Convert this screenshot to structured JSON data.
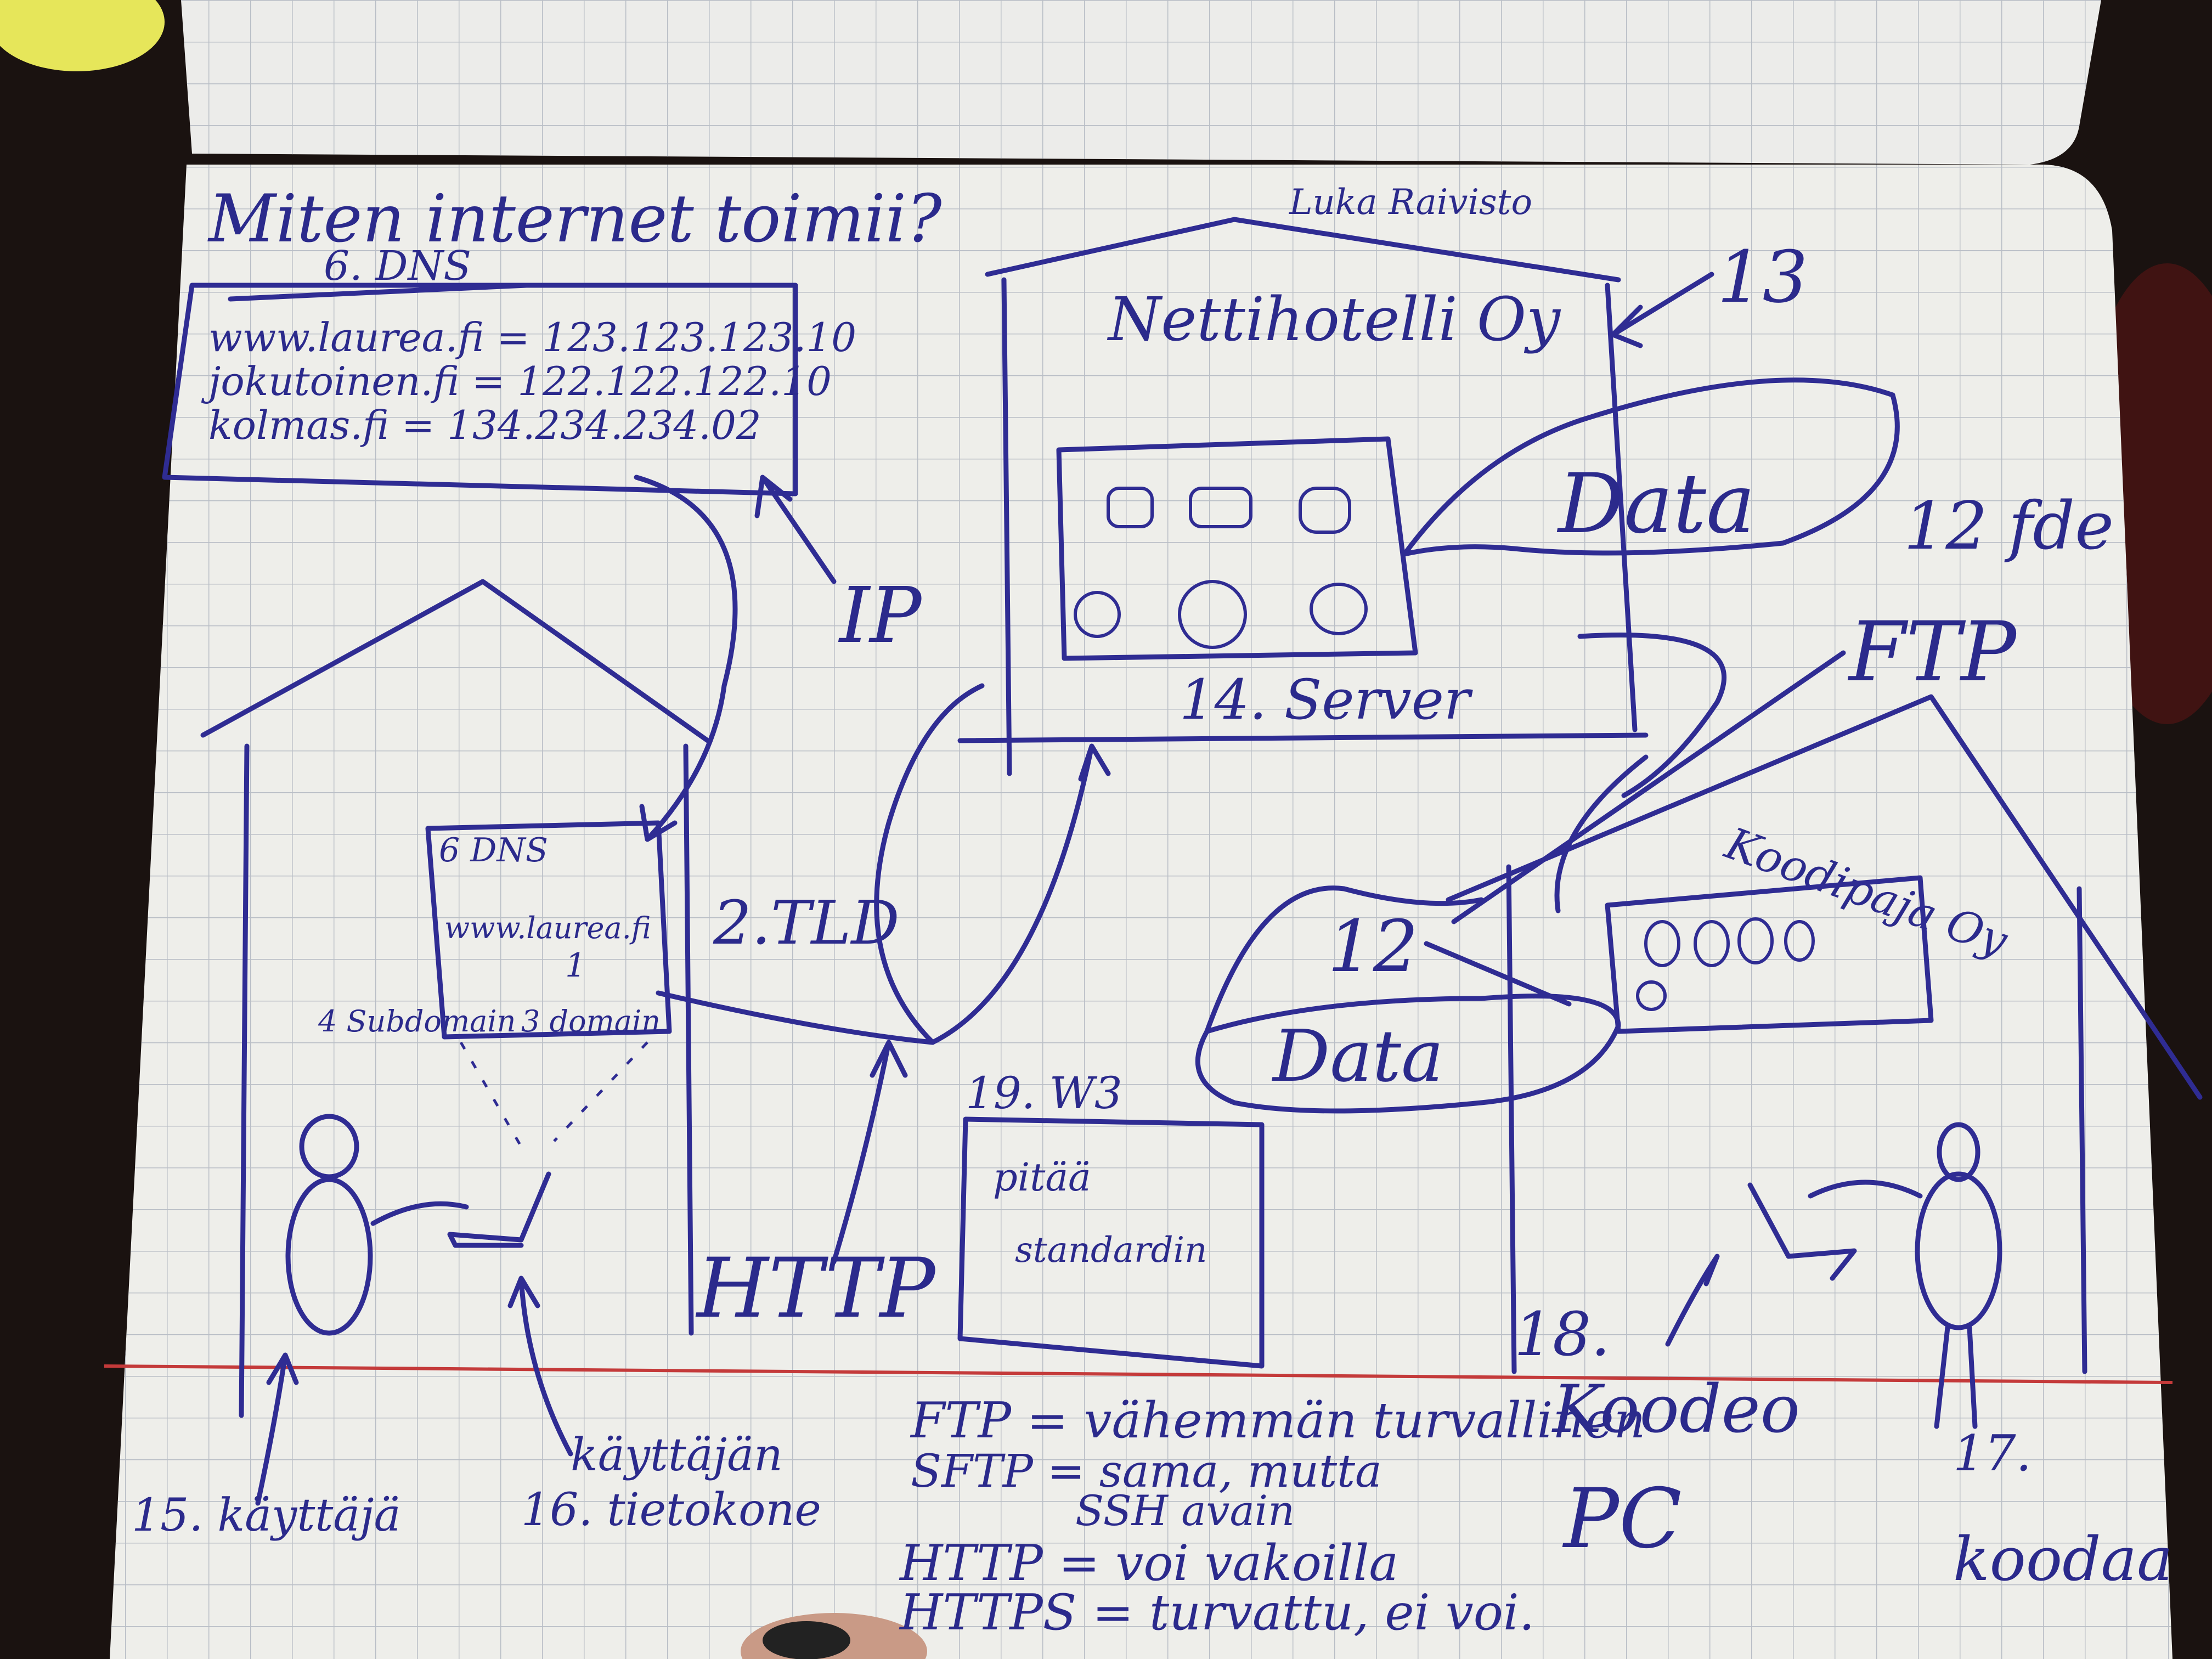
{
  "notebook": {
    "title": "Miten internet toimii?",
    "author": "Luka Raivisto",
    "colors": {
      "ink": "#2b2a8c",
      "paper": "#eeeeea",
      "grid": "#b9bec6",
      "margin_line": "#c43a3a",
      "background": "#1a1210"
    }
  },
  "dns_box": {
    "header": "6. DNS",
    "entries": [
      "www.laurea.fi = 123.123.123.10",
      "jokutoinen.fi = 122.122.122.10",
      "kolmas.fi = 134.234.234.02"
    ]
  },
  "labels": {
    "ip": "IP",
    "hosting_company": "Nettihotelli Oy",
    "hosting_number": "13",
    "data_top": "Data",
    "data_top_number": "12 fde",
    "server": "14. Server",
    "ftp": "FTP",
    "koodipaja": "Koodipaja Oy",
    "tld": "2.TLD",
    "local_dns": "6 DNS",
    "local_dns_url": "www.laurea.fi",
    "subdomain": "4 Subdomain",
    "domain": "3 domain",
    "number_1": "1",
    "http": "HTTP",
    "w3": "19. W3",
    "w3_note_line1": "pitää",
    "w3_note_line2": "standardin",
    "data_bottom": "Data",
    "data_bottom_number": "12",
    "number_18": "18.",
    "koodeo": "Koodeo",
    "pc": "PC",
    "koodaaja": "koodaa",
    "number_17": "17.",
    "kayttaja": "15. käyttäjä",
    "kayttajan": "käyttäjän",
    "tietokone": "16. tietokone"
  },
  "legend": [
    "FTP = vähemmän turvallinen",
    "SFTP = sama, mutta",
    "SSH avain",
    "HTTP = voi vakoilla",
    "HTTPS = turvattu, ei voi."
  ],
  "icons": [
    "house-sketch",
    "stick-figure",
    "laptop-sketch",
    "server-rack-sketch",
    "cloud-sketch",
    "arrow-sketch"
  ]
}
